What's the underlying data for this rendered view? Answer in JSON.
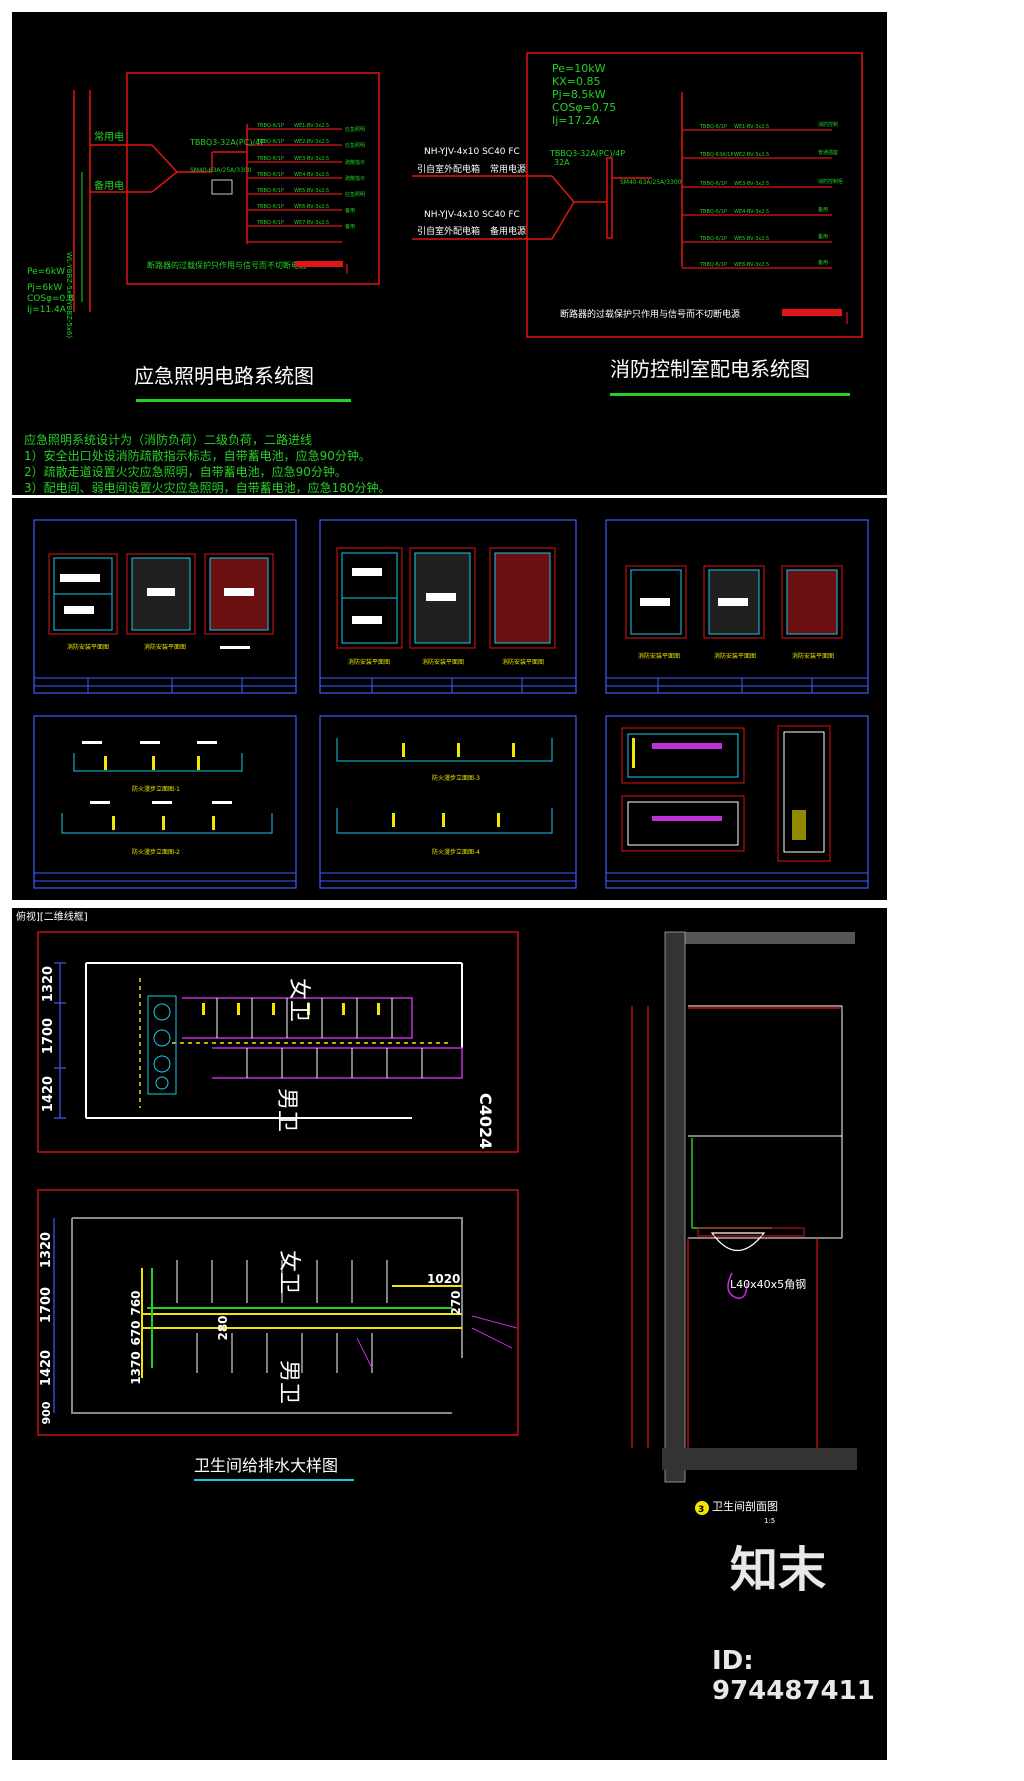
{
  "panel_top": {
    "emergency": {
      "title": "应急照明电路系统图",
      "supply_normal": "常用电",
      "supply_backup": "备用电",
      "breaker": "TBBQ3-32A(PC)/4P",
      "switch": "SM40-63A/25A/3300",
      "pe": "Pe=6kW",
      "pj": "Pj=6kW",
      "cos": "COSφ=0.8",
      "ij": "Ij=11.4A",
      "footnote": "断路器的过载保护只作用与信号而不切断电源",
      "notes": [
        "应急照明系统设计为（消防负荷）二级负荷，二路进线",
        "1）安全出口处设消防疏散指示标志，自带蓄电池，应急90分钟。",
        "2）疏散走道设置火灾应急照明，自带蓄电池，应急90分钟。",
        "3）配电间、弱电间设置火灾应急照明，自带蓄电池，应急180分钟。"
      ]
    },
    "fire": {
      "title": "消防控制室配电系统图",
      "pe": "Pe=10kW",
      "kx": "KX=0.85",
      "pj": "Pj=8.5kW",
      "cos": "COSφ=0.75",
      "ij": "Ij=17.2A",
      "cable1": "NH-YJV-4x10  SC40  FC",
      "cable2": "NH-YJV-4x10  SC40  FC",
      "src1": "引自室外配电箱",
      "src1b": "常用电源",
      "src2": "引自室外配电箱",
      "src2b": "备用电源",
      "breaker": "TBBQ3-32A(PC)/4P",
      "breaker_b": "32A",
      "switch": "SM40-63A/25A/3300",
      "footnote": "断路器的过载保护只作用与信号而不切断电源"
    }
  },
  "panel_mid": {
    "sheets": [
      {
        "captions": [
          "消防安装平面图",
          "消防安装平面图"
        ]
      },
      {
        "captions": [
          "消防安装平面图",
          "消防安装平面图",
          "消防安装平面图"
        ]
      },
      {
        "captions": [
          "消防安装平面图",
          "消防安装平面图",
          "消防安装平面图"
        ]
      },
      {
        "captions": [
          "防火漫步立面图-1",
          "防火漫步立面图-2"
        ]
      },
      {
        "captions": [
          "防火漫步立面图-3",
          "防火漫步立面图-4"
        ]
      },
      {
        "captions": []
      }
    ]
  },
  "panel_bot": {
    "tab_label": "俯视][二维线框]",
    "plan1": {
      "dims": [
        "1320",
        "1700",
        "1420"
      ],
      "female": "女卫",
      "male": "男卫",
      "door": "C4024"
    },
    "plan2": {
      "dims": [
        "1320",
        "1700",
        "1420",
        "900"
      ],
      "inner": [
        "760",
        "670",
        "1370",
        "280",
        "270",
        "1020"
      ],
      "female": "女卫",
      "male": "男卫",
      "title": "卫生间给排水大样图"
    },
    "section": {
      "label": "L40x40x5角钢",
      "title": "卫生间剖面图",
      "scale": "1:5",
      "num": "3"
    },
    "logo": "知末",
    "id_text": "ID: 974487411"
  },
  "colors": {
    "bg": "#000000",
    "red": "#e01515",
    "green": "#25d025",
    "cyan": "#19c8e8",
    "yellow": "#f2e600",
    "magenta": "#c030d8",
    "blue": "#3b5cff",
    "white": "#ffffff"
  }
}
